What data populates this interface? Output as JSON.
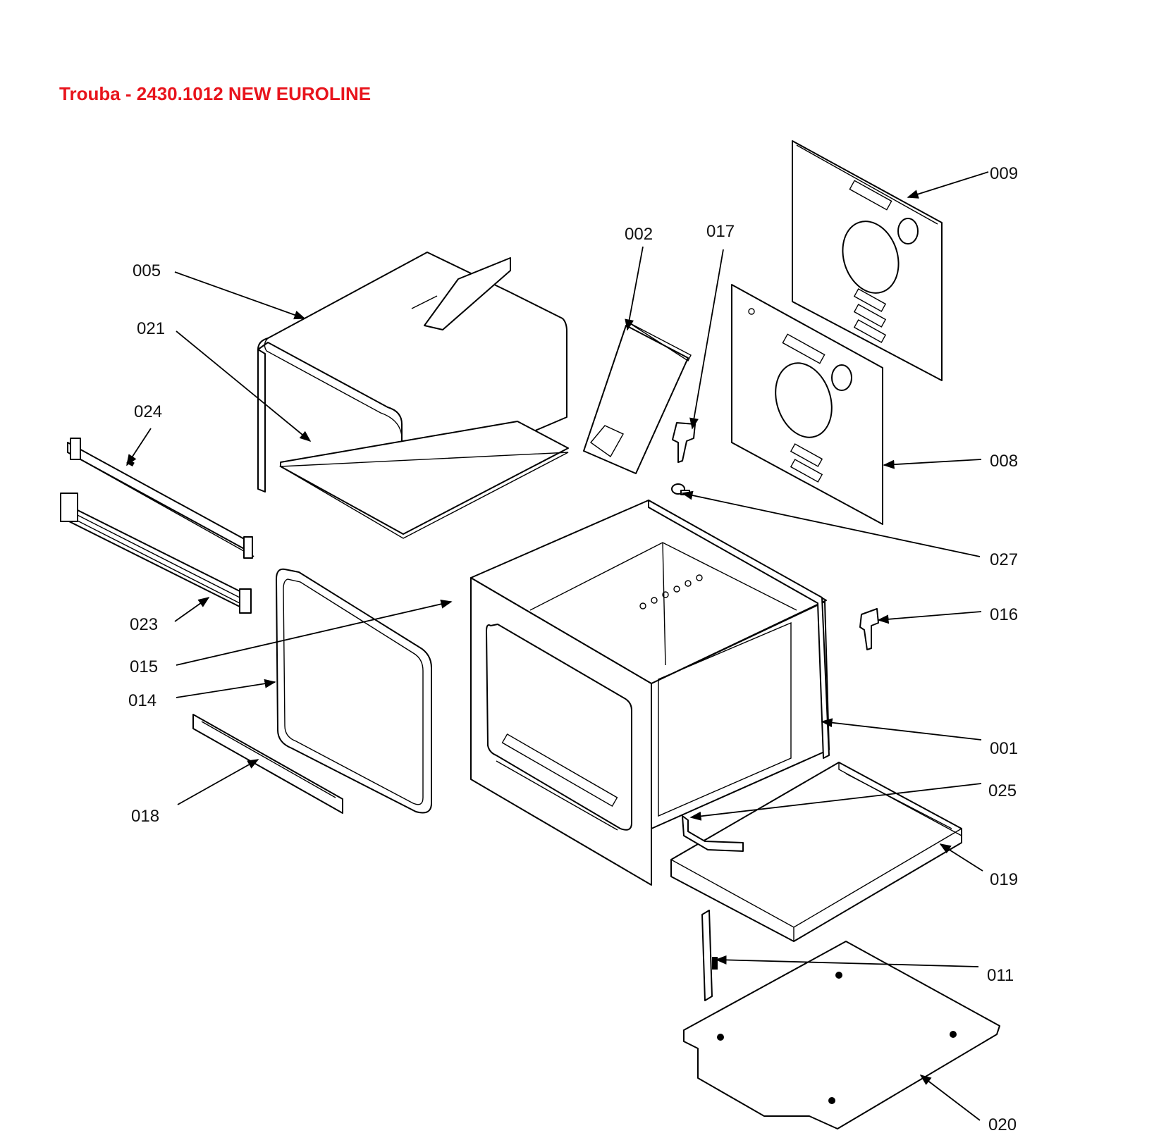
{
  "title": "Trouba - 2430.1012 NEW EUROLINE",
  "accent_color": "#e8141c",
  "callouts": [
    "009",
    "002",
    "017",
    "005",
    "021",
    "024",
    "008",
    "027",
    "023",
    "016",
    "015",
    "014",
    "001",
    "025",
    "018",
    "019",
    "011",
    "020"
  ]
}
